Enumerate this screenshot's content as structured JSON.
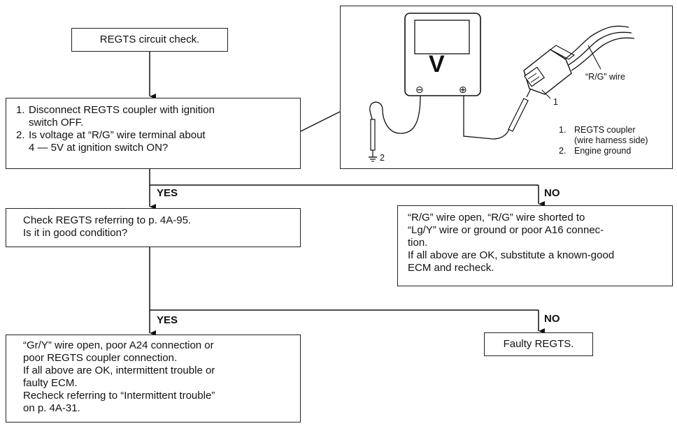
{
  "start": {
    "text": "REGTS circuit check."
  },
  "step1": {
    "items": [
      {
        "num": "1.",
        "lines": [
          "Disconnect REGTS coupler with ignition",
          "switch OFF."
        ]
      },
      {
        "num": "2.",
        "lines": [
          "Is voltage at “R/G” wire terminal about",
          "4 — 5V at ignition switch ON?"
        ]
      }
    ]
  },
  "illustration": {
    "meter_symbol": "V",
    "minus": "⊖",
    "plus": "⊕",
    "wire_label": "“R/G” wire",
    "callout1": "1",
    "callout2": "2",
    "legend": [
      {
        "num": "1.",
        "lines": [
          "REGTS coupler",
          "(wire harness side)"
        ]
      },
      {
        "num": "2.",
        "lines": [
          "Engine ground"
        ]
      }
    ]
  },
  "branch1": {
    "yes": "YES",
    "no": "NO"
  },
  "check": {
    "lines": [
      "Check REGTS referring to p. 4A-95.",
      "Is it in good condition?"
    ]
  },
  "no1": {
    "lines": [
      "“R/G” wire open, “R/G” wire shorted to",
      "“Lg/Y” wire or ground or poor A16 connec-",
      "tion.",
      "If all above are OK, substitute a known-good",
      "ECM and recheck."
    ]
  },
  "branch2": {
    "yes": "YES",
    "no": "NO"
  },
  "yes2": {
    "lines": [
      "“Gr/Y” wire open, poor A24 connection or",
      "poor REGTS coupler connection.",
      "If all above are OK, intermittent trouble or",
      "faulty ECM.",
      "Recheck referring to “Intermittent trouble”",
      "on p. 4A-31."
    ]
  },
  "no2": {
    "text": "Faulty REGTS."
  }
}
